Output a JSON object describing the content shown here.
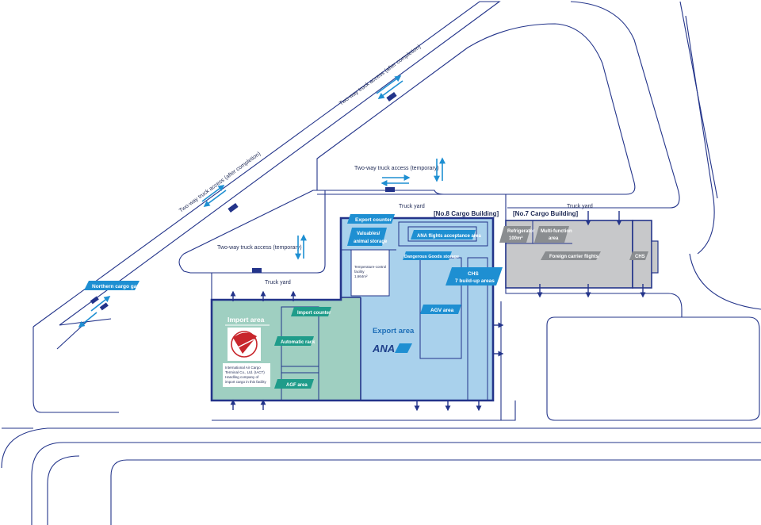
{
  "roads": {
    "access_after_1": "Two-way truck access (after completion)",
    "access_after_2": "Two-way truck access (after completion)",
    "access_temp_1": "Two-way truck access (temporary)",
    "access_temp_2": "Two-way truck access (temporary)",
    "northern_gate": "Northern cargo gate",
    "truck_yard_top": "Truck yard",
    "truck_yard_left": "Truck yard",
    "truck_yard_right": "Truck yard"
  },
  "buildings": {
    "no8_title": "[No.8 Cargo Building]",
    "no7_title": "[No.7 Cargo Building]"
  },
  "no8": {
    "export_counter": "Export counter",
    "valuables": [
      "Valuables/",
      "animal storage"
    ],
    "temp_control": [
      "Temperature-control",
      "facility",
      "1,664m²"
    ],
    "ana_acceptance": "ANA flights acceptance area",
    "dangerous_goods": "Dangerous Goods storage",
    "chs": [
      "CHS",
      "7 build-up areas"
    ],
    "agv": "AGV area",
    "export_area": "Export area",
    "ana_logo": "ANA",
    "import_area": "Import area",
    "import_counter": "Import counter",
    "automatic_rack": "Automatic rack",
    "agf_area": "AGF area",
    "iact_note": [
      "International Air Cargo",
      "Terminal Co., Ltd. (IACT)",
      "Handling company of",
      "import cargo in this facility"
    ]
  },
  "no7": {
    "refrigerator": [
      "Refrigerator",
      "100m²"
    ],
    "multi_function": [
      "Multi-function",
      "area"
    ],
    "foreign_carrier": "Foreign carrier flights",
    "chs": "CHS"
  },
  "colors": {
    "outline": "#23348a",
    "tag_blue": "#1e8fd2",
    "tag_green": "#1f9c8a",
    "tag_gray": "#8a8d90",
    "import_fill": "#9fcfc1",
    "export_fill": "#a9d1ec",
    "no7_fill": "#c7c8ca"
  },
  "icons": [
    "truck-icon",
    "two-way-arrow-icon",
    "direction-arrow-icon",
    "iact-logo",
    "ana-logo"
  ]
}
